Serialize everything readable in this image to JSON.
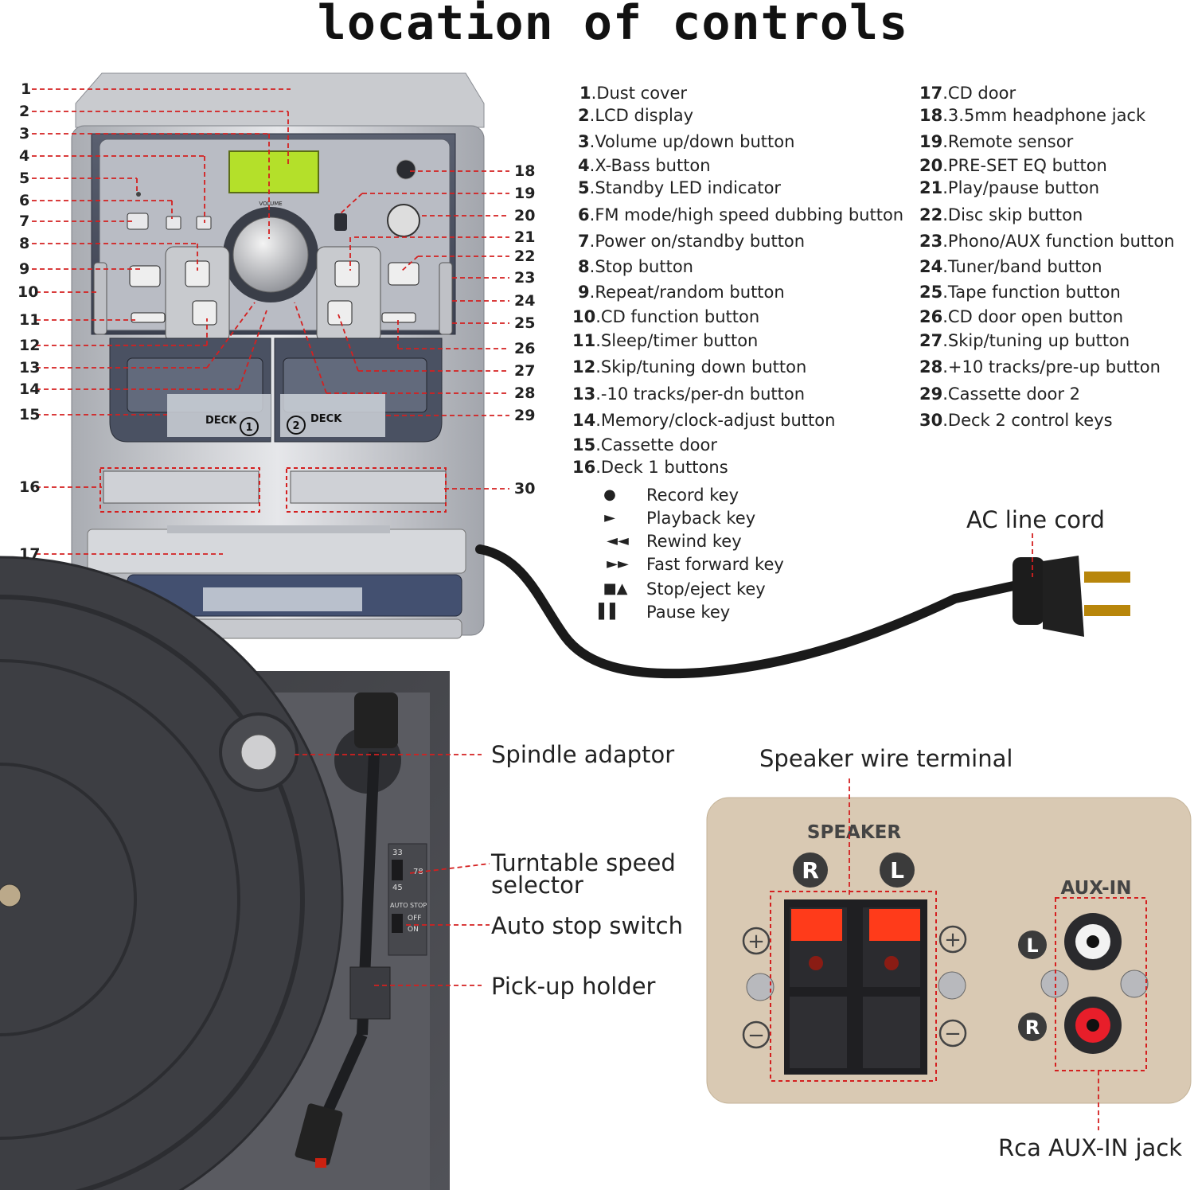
{
  "title": "location of controls",
  "parts_left": [
    {
      "num": "1",
      "label": "Dust cover"
    },
    {
      "num": "2",
      "label": "LCD display"
    },
    {
      "num": "3",
      "label": "Volume up/down button"
    },
    {
      "num": "4",
      "label": "X-Bass button"
    },
    {
      "num": "5",
      "label": "Standby LED indicator"
    },
    {
      "num": "6",
      "label": "FM mode/high speed dubbing button"
    },
    {
      "num": "7",
      "label": "Power on/standby button"
    },
    {
      "num": "8",
      "label": "Stop button"
    },
    {
      "num": "9",
      "label": "Repeat/random button"
    },
    {
      "num": "10",
      "label": "CD function button"
    },
    {
      "num": "11",
      "label": "Sleep/timer button"
    },
    {
      "num": "12",
      "label": "Skip/tuning down button"
    },
    {
      "num": "13",
      "label": "-10 tracks/per-dn button"
    },
    {
      "num": "14",
      "label": "Memory/clock-adjust button"
    },
    {
      "num": "15",
      "label": "Cassette door"
    },
    {
      "num": "16",
      "label": "Deck 1 buttons"
    }
  ],
  "parts_right": [
    {
      "num": "17",
      "label": "CD door"
    },
    {
      "num": "18",
      "label": "3.5mm headphone jack"
    },
    {
      "num": "19",
      "label": "Remote sensor"
    },
    {
      "num": "20",
      "label": "PRE-SET EQ button"
    },
    {
      "num": "21",
      "label": "Play/pause button"
    },
    {
      "num": "22",
      "label": "Disc skip button"
    },
    {
      "num": "23",
      "label": "Phono/AUX function button"
    },
    {
      "num": "24",
      "label": "Tuner/band button"
    },
    {
      "num": "25",
      "label": "Tape function button"
    },
    {
      "num": "26",
      "label": "CD door open button"
    },
    {
      "num": "27",
      "label": "Skip/tuning up button"
    },
    {
      "num": "28",
      "label": "+10 tracks/pre-up button"
    },
    {
      "num": "29",
      "label": "Cassette door 2"
    },
    {
      "num": "30",
      "label": "Deck 2 control keys"
    }
  ],
  "deck_keys": [
    {
      "symbol": "●",
      "label": "Record key"
    },
    {
      "symbol": "►",
      "label": "Playback key"
    },
    {
      "symbol": "◄◄",
      "label": "Rewind key"
    },
    {
      "symbol": "►►",
      "label": "Fast forward key"
    },
    {
      "symbol": "■▲",
      "label": "Stop/eject key"
    },
    {
      "symbol": "▌▌",
      "label": "Pause key"
    }
  ],
  "callouts_left": [
    "1",
    "2",
    "3",
    "4",
    "5",
    "6",
    "7",
    "8",
    "9",
    "10",
    "11",
    "12",
    "13",
    "14",
    "15",
    "16",
    "17"
  ],
  "callouts_right": [
    "18",
    "19",
    "20",
    "21",
    "22",
    "23",
    "24",
    "25",
    "26",
    "27",
    "28",
    "29",
    "30"
  ],
  "ac_cord_label": "AC line cord",
  "turntable_labels": {
    "spindle": "Spindle adaptor",
    "speed_line1": "Turntable speed",
    "speed_line2": "selector",
    "autostop": "Auto stop switch",
    "holder": "Pick-up holder"
  },
  "speaker_section": {
    "terminal_label": "Speaker wire terminal",
    "panel_speaker": "SPEAKER",
    "panel_auxin": "AUX-IN",
    "rca_label": "Rca AUX-IN jack",
    "r_letter": "R",
    "l_letter": "L",
    "plus": "+",
    "minus": "−"
  },
  "device_text": {
    "volume": "VOLUME",
    "deck1": "DECK",
    "deck1_num": "1",
    "deck2": "DECK",
    "deck2_num": "2",
    "speed_33": "33",
    "speed_45": "45",
    "speed_78": "78",
    "auto_stop": "AUTO STOP",
    "off": "OFF",
    "on": "ON"
  },
  "colors": {
    "callout_line": "#d42020",
    "panel_bg": "#d9c9b3",
    "lcd": "#b4e02a",
    "terminal_red": "#ff3b1a"
  }
}
